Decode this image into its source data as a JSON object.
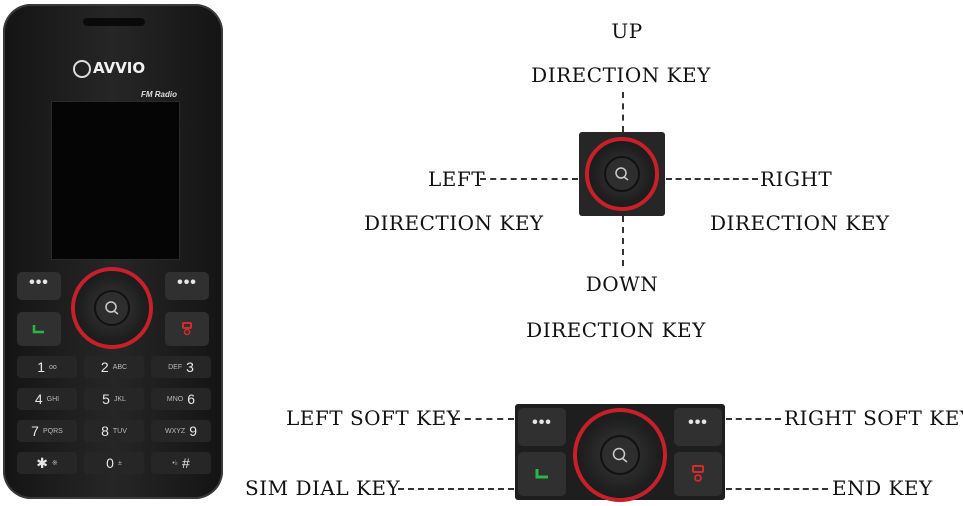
{
  "phone": {
    "brand": "AVVIO",
    "model_tag": "FM Radio",
    "keys": [
      [
        {
          "d": "1",
          "s": "oo"
        },
        {
          "d": "2",
          "s": "ABC"
        },
        {
          "d": "3",
          "s": "DEF"
        }
      ],
      [
        {
          "d": "4",
          "s": "GHI"
        },
        {
          "d": "5",
          "s": "JKL"
        },
        {
          "d": "6",
          "s": "MNO"
        }
      ],
      [
        {
          "d": "7",
          "s": "PQRS"
        },
        {
          "d": "8",
          "s": "TUV"
        },
        {
          "d": "9",
          "s": "WXYZ"
        }
      ],
      [
        {
          "d": "✱",
          "s": "※"
        },
        {
          "d": "0",
          "s": "±"
        },
        {
          "d": "#",
          "s": "•♭"
        }
      ]
    ]
  },
  "direction_labels": {
    "up_line1": "UP",
    "up_line2": "DIRECTION KEY",
    "left_line1": "LEFT",
    "left_line2": "DIRECTION KEY",
    "right_line1": "RIGHT",
    "right_line2": "DIRECTION KEY",
    "down_line1": "DOWN",
    "down_line2": "DIRECTION KEY"
  },
  "key_labels": {
    "left_soft": "LEFT SOFT KEY",
    "right_soft": "RIGHT SOFT KEY",
    "sim_dial": "SIM DIAL KEY",
    "end": "END KEY"
  },
  "colors": {
    "ring": "#c8202a",
    "call": "#2db34a",
    "end": "#d42b2b"
  }
}
